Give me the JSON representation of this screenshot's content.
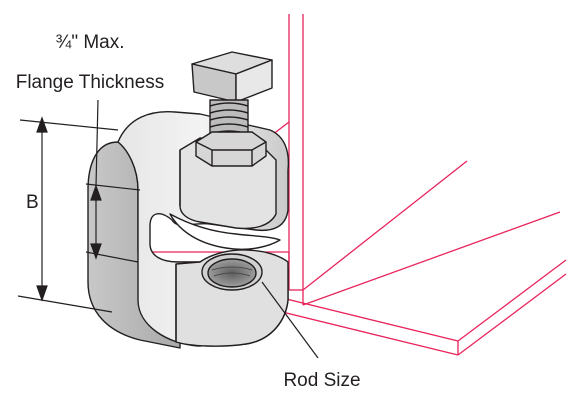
{
  "labels": {
    "flange_max_prefix": "¾\" Max.",
    "flange_thickness": "Flange Thickness",
    "dimension_b": "B",
    "rod_size": "Rod Size"
  },
  "colors": {
    "outline": "#231f20",
    "flange_red": "#e8245c",
    "body_fill": "#d8d8d8",
    "body_shade": "#bdbdbd",
    "hole": "#8a8a8a"
  }
}
